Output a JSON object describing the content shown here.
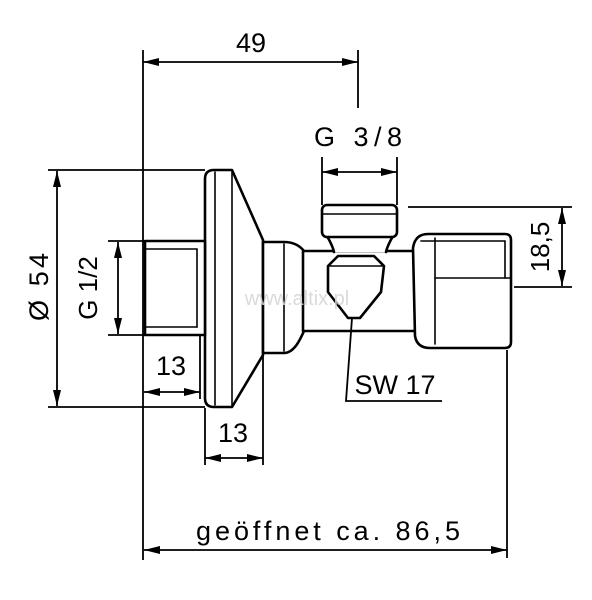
{
  "drawing": {
    "dim_top": "49",
    "outlet_thread": "G 3/8",
    "flange_diameter": "Ø 54",
    "inlet_thread": "G 1/2",
    "nut_height": "18,5",
    "thread_length": "13",
    "flange_depth": "13",
    "wrench_size": "SW 17",
    "open_length": "geöffnet ca. 86,5",
    "watermark": "www.altix.pl"
  },
  "colors": {
    "line": "#000000",
    "background": "#ffffff",
    "watermark": "#d4d4d4"
  }
}
